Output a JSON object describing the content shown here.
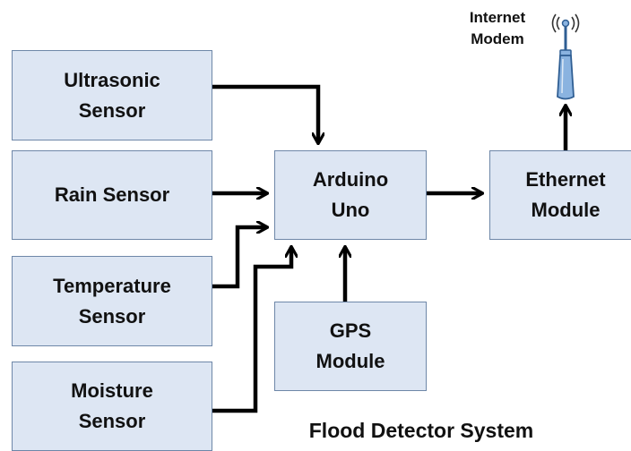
{
  "blocks": {
    "ultrasonic": "Ultrasonic\nSensor",
    "rain": "Rain Sensor",
    "temperature": "Temperature\nSensor",
    "moisture": "Moisture\nSensor",
    "arduino": "Arduino\nUno",
    "gps": "GPS\nModule",
    "ethernet": "Ethernet\nModule"
  },
  "modem": {
    "label": "Internet\nModem",
    "icon": "wireless-antenna-icon"
  },
  "caption": "Flood Detector System",
  "colors": {
    "block_fill": "#dde6f3",
    "block_border": "#6e87a8",
    "wire": "#000000",
    "antenna_fill": "#8ab3e0",
    "antenna_stroke": "#2f5e93"
  }
}
